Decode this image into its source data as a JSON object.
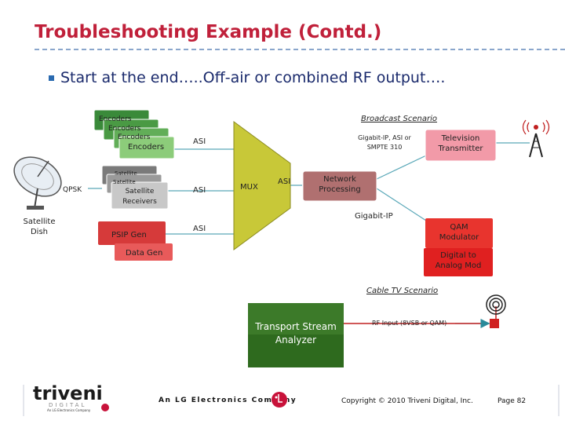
{
  "slide": {
    "title": "Troubleshooting Example (Contd.)",
    "bullet": "Start at the end…..Off-air or combined RF output…."
  },
  "diagram": {
    "encoders": [
      "Encoders",
      "Encoders",
      "Encoders",
      "Encoders"
    ],
    "satellite_receivers_back": [
      "Satellite",
      "Satellite"
    ],
    "satellite_receivers": "Satellite Receivers",
    "satellite_dish": "Satellite Dish",
    "qpsk": "QPSK",
    "psip_gen": "PSIP Gen",
    "data_gen": "Data Gen",
    "asi": "ASI",
    "mux": "MUX",
    "network_processing": "Network Processing",
    "broadcast_scenario": "Broadcast Scenario",
    "gigabit_note": "Gigabit-IP, ASI or SMPTE 310",
    "television_transmitter": "Television Transmitter",
    "gigabit_ip": "Gigabit-IP",
    "qam_modulator": "QAM Modulator",
    "digital_to_analog": "Digital to Analog Mod",
    "cable_tv_scenario": "Cable TV Scenario",
    "rf_input": "RF Input (8VSB or QAM)",
    "transport_stream_analyzer": "Transport Stream Analyzer"
  },
  "footer": {
    "logo_text": "triveni",
    "logo_sub": "DIGITAL",
    "logo_tag": "An LG Electronics Company",
    "company": "An LG Electronics Company",
    "copyright": "Copyright © 2010 Triveni Digital, Inc.",
    "page": "Page 82"
  }
}
